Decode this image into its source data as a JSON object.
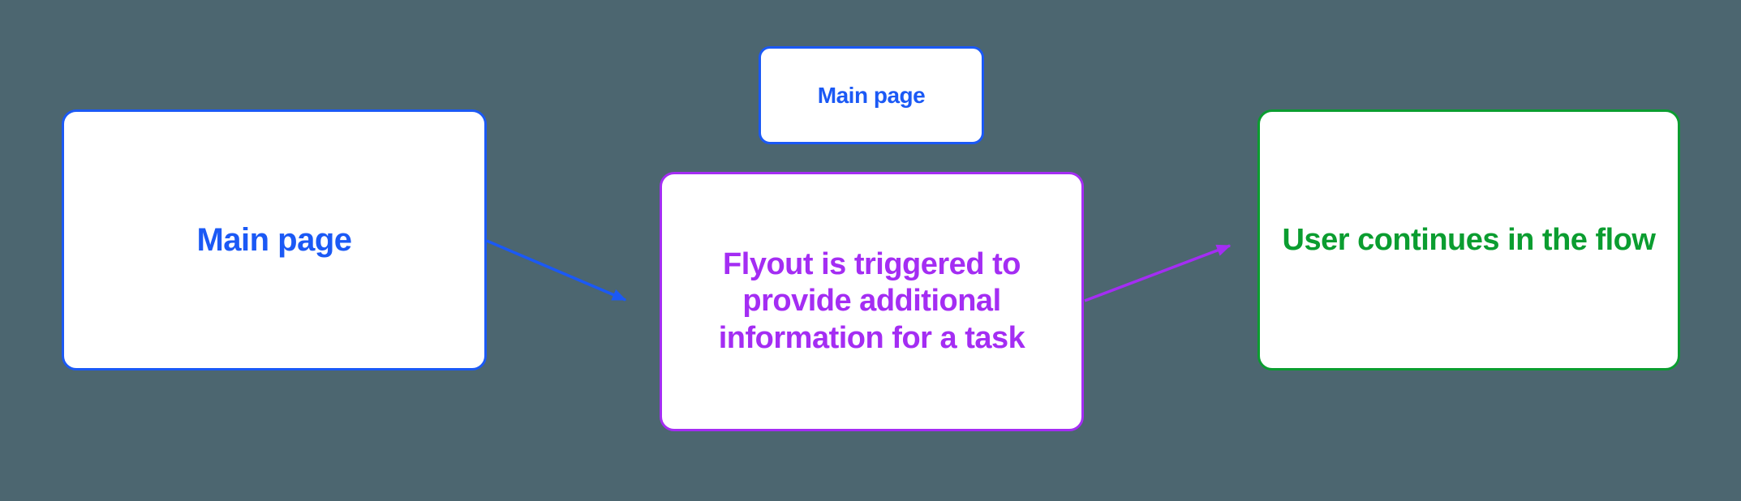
{
  "colors": {
    "background": "#4C6670",
    "blue": "#1B59F5",
    "purple": "#A42DF3",
    "green": "#0B9D30",
    "node_fill": "#FFFFFF"
  },
  "nodes": {
    "main_page_large": {
      "label": "Main page"
    },
    "main_page_small": {
      "label": "Main page"
    },
    "flyout": {
      "label": "Flyout is triggered to\nprovide additional\ninformation for a task"
    },
    "continue_flow": {
      "label": "User continues in the flow"
    }
  },
  "arrows": [
    {
      "id": "main-to-flyout",
      "color": "blue"
    },
    {
      "id": "flyout-to-continue",
      "color": "purple"
    }
  ]
}
